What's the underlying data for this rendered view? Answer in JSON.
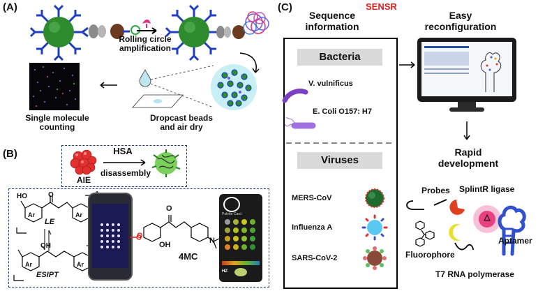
{
  "panels": {
    "a": {
      "letter": "(A)",
      "rca_label": "Rolling circle\namplification",
      "counting_label": "Single molecule\ncounting",
      "dropcast_label": "Dropcast beads\nand air dry"
    },
    "b": {
      "letter": "(B)",
      "hsa_label": "HSA",
      "disassembly_label": "disassembly",
      "aie_label": "AIE",
      "le_label": "LE",
      "esipt_label": "ESIPT",
      "compound_label": "4MC",
      "ar": "Ar",
      "ho": "HO",
      "oh": "OH",
      "o": "O",
      "n": "N",
      "star": "*",
      "phone_text": "Palette Card",
      "phone_bottom": "HZ"
    },
    "c": {
      "letter": "(C)",
      "title": "SENSR",
      "seq_info_label": "Sequence\ninformation",
      "easy_reconfig_label": "Easy\nreconfiguration",
      "rapid_dev_label": "Rapid\ndevelopment",
      "bacteria_header": "Bacteria",
      "bacteria": [
        "V. vulnificus",
        "E. Coli O157: H7"
      ],
      "viruses_header": "Viruses",
      "viruses": [
        "MERS-CoV",
        "Influenza A",
        "SARS-CoV-2"
      ],
      "components": {
        "probes": "Probes",
        "ligase": "SplintR ligase",
        "fluorophore": "Fluorophore",
        "aptamer": "Aptamer",
        "polymerase": "T7 RNA polymerase"
      }
    }
  },
  "colors": {
    "bead_green": "#2e8b2e",
    "antibody_blue": "#1f3fbf",
    "accent_red": "#e02020",
    "dash_blue": "#1f3b7a",
    "cell_purple": "#7b3fc4",
    "cyan": "#aee6f0"
  }
}
